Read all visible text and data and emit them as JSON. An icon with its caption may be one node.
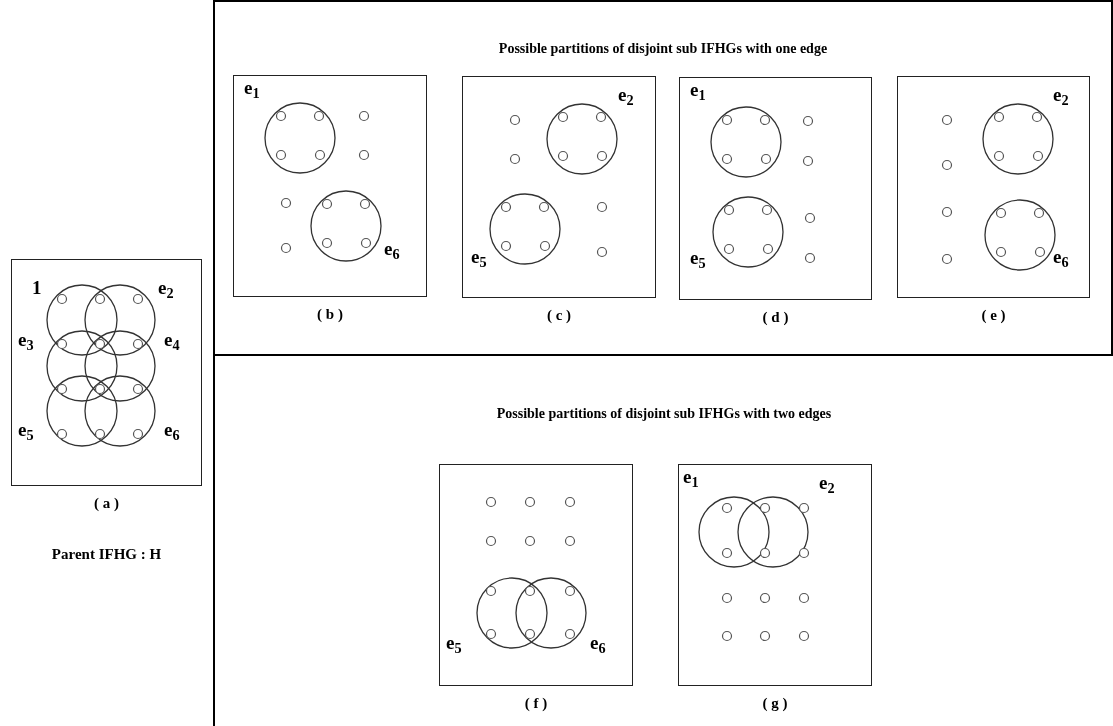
{
  "diagram": {
    "nodes": [
      {
        "text": [
          "1",
          "e$_{2}$",
          "e$_{3}$",
          "e$_{4}$",
          "e$_{5}$",
          "e$_{6}$"
        ],
        "beside": [
          "( a )",
          "Parent IFHG : H"
        ]
      },
      {
        "text": [
          "Possible partitions of disjoint sub IFHGs with one edge"
        ]
      },
      {
        "text": [
          "e$_{1}$",
          "e$_{6}$"
        ],
        "in": 1,
        "beside": [
          "( b )"
        ]
      },
      {
        "text": [
          "e$_{2}$",
          "e$_{5}$"
        ],
        "in": 1,
        "beside": [
          "( c )"
        ]
      },
      {
        "text": [
          "e$_{1}$",
          "e$_{5}$"
        ],
        "in": 1,
        "beside": [
          "( d )"
        ]
      },
      {
        "text": [
          "e$_{2}$",
          "e$_{6}$"
        ],
        "in": 1,
        "beside": [
          "( e )"
        ]
      },
      {
        "text": [
          "Possible partitions of disjoint sub IFHGs with two edges"
        ]
      },
      {
        "text": [
          "e$_{5}$",
          "e$_{6}$"
        ],
        "in": 6,
        "beside": [
          "( f )"
        ]
      },
      {
        "text": [
          "e$_{1}$",
          "e$_{2}$"
        ],
        "in": 6,
        "beside": [
          "( g )"
        ]
      }
    ]
  }
}
